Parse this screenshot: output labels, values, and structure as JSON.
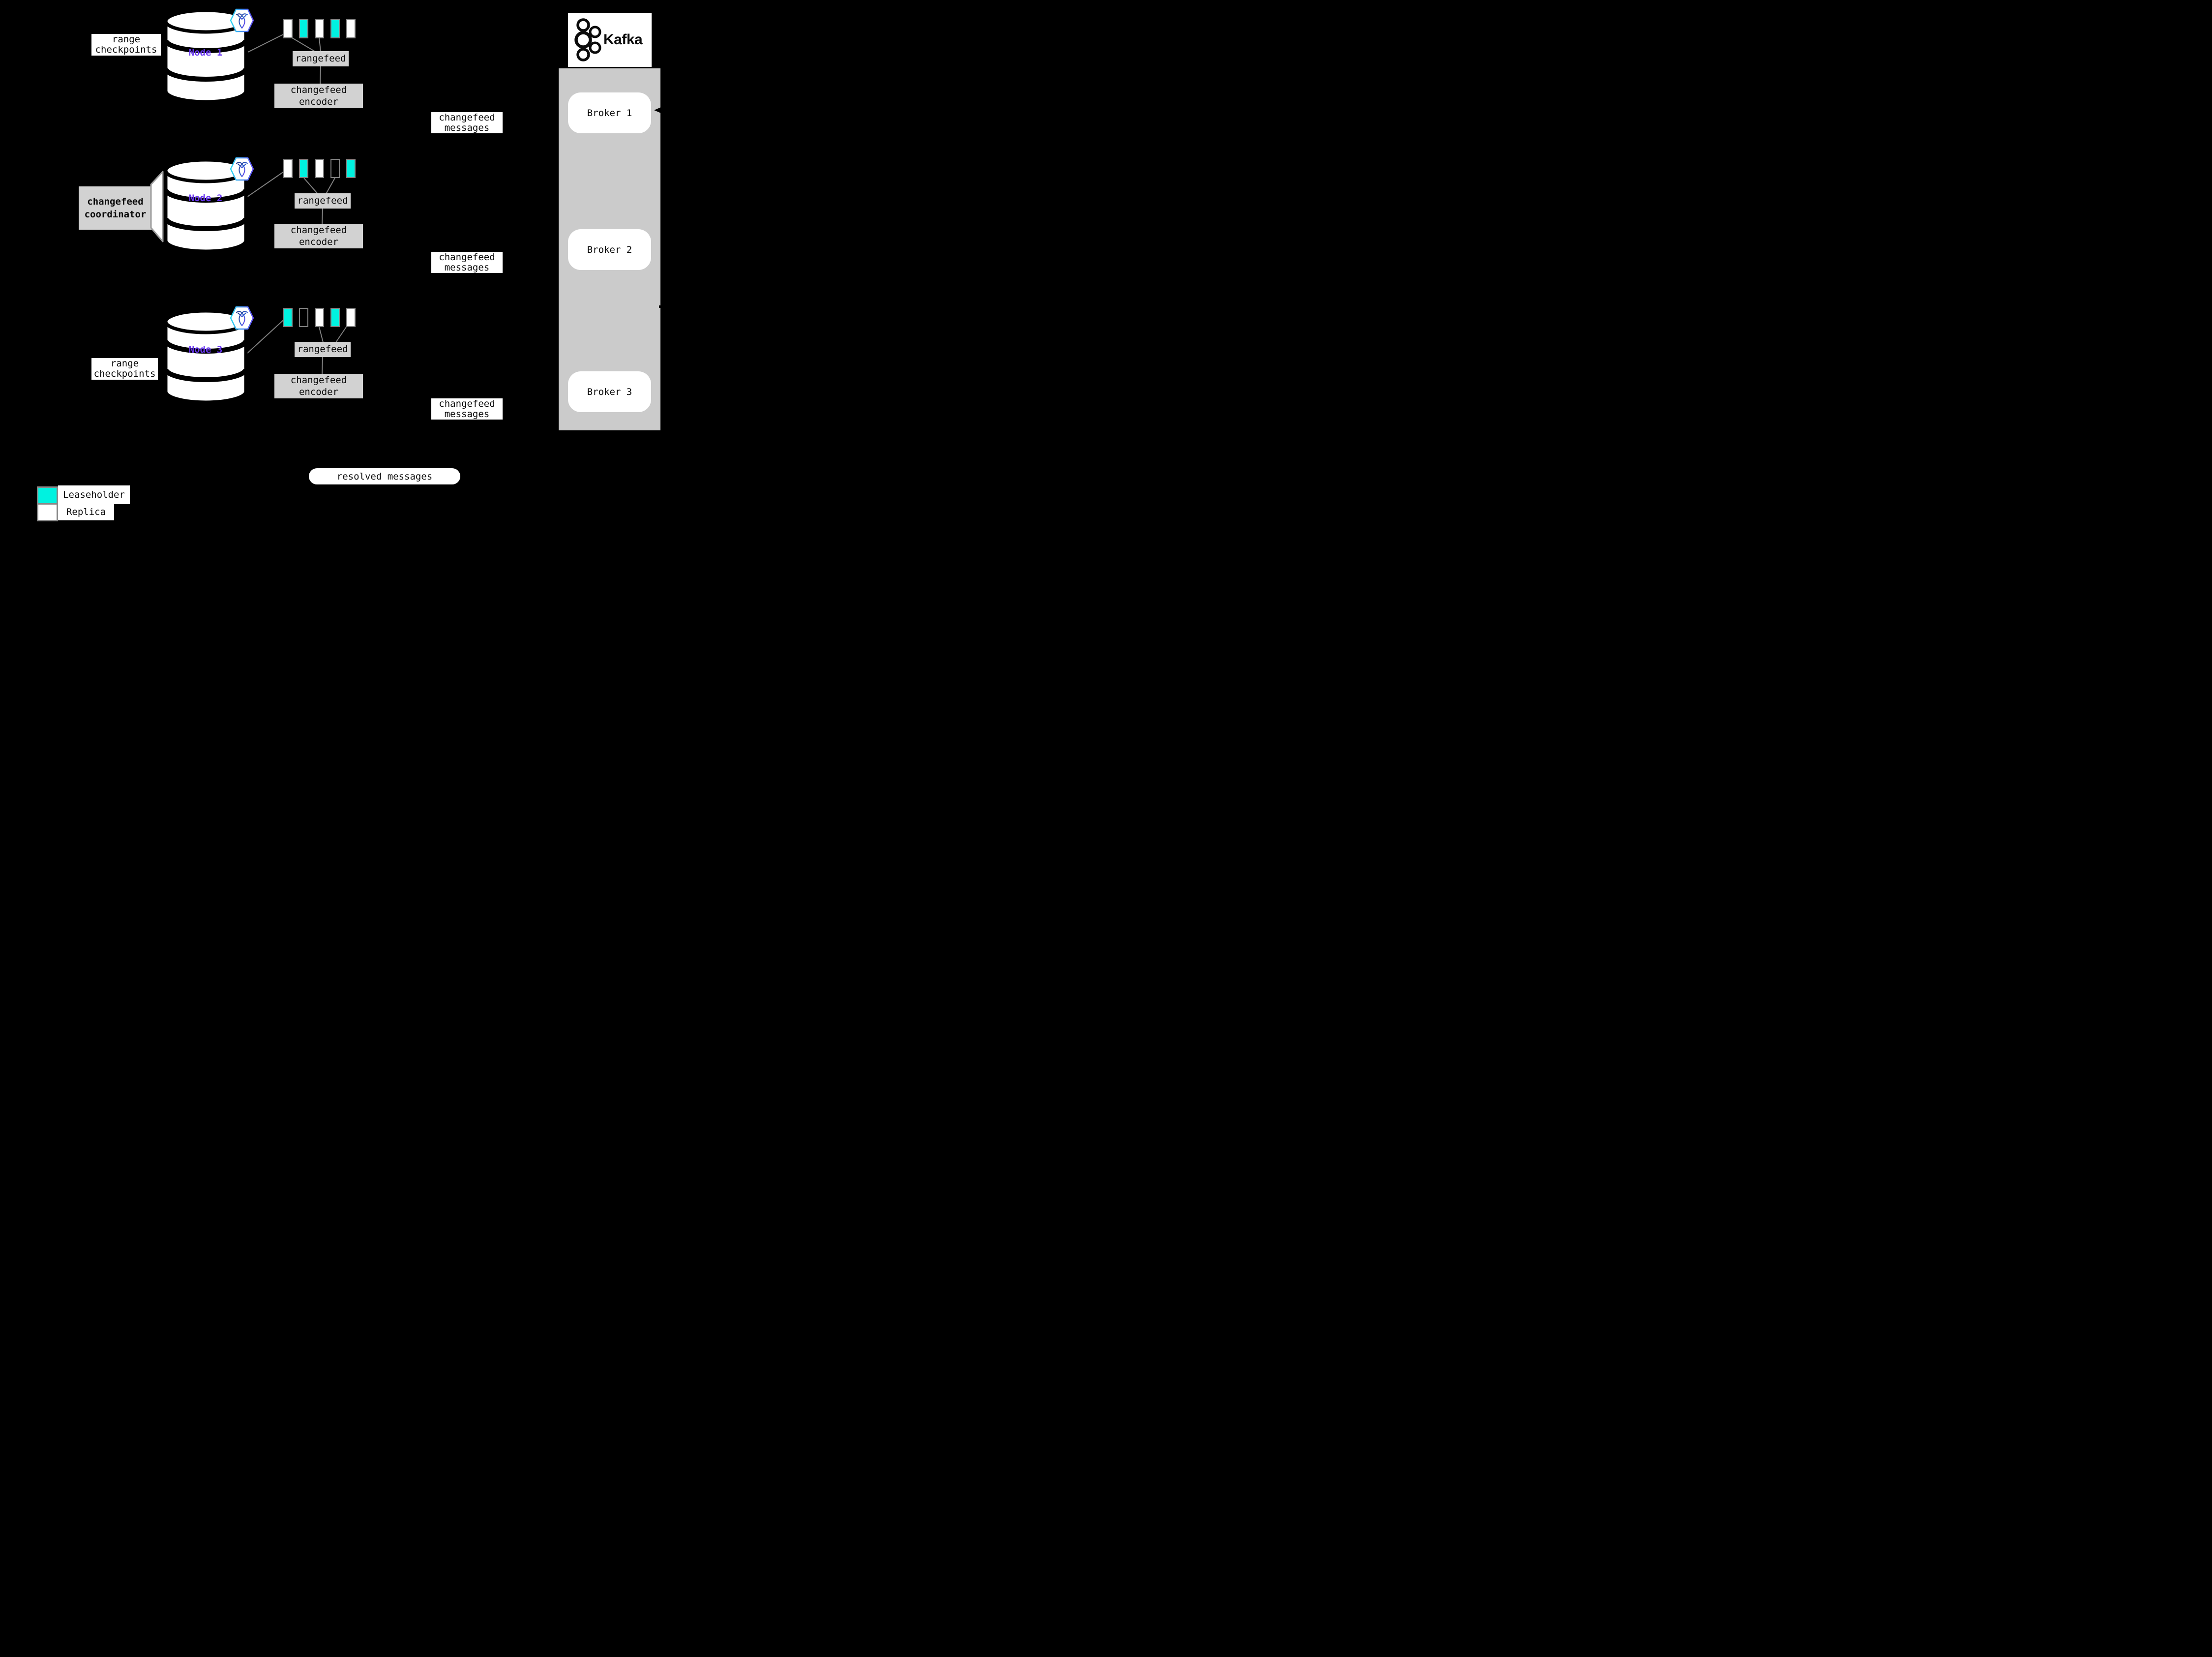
{
  "colors": {
    "bg": "#000000",
    "leaseholder": "#00F2E0",
    "replica": "#FFFFFF",
    "panel": "#CBCBCB",
    "box": "#D2D2D2",
    "line": "#808080",
    "purple": "#6937F2"
  },
  "nodes": [
    {
      "name": "Node 1",
      "checkpoints_label": "range checkpoints",
      "rangefeed_label": "rangefeed",
      "encoder_label": "changefeed encoder",
      "messages_label": "changefeed messages",
      "squares": [
        "replica",
        "leaseholder",
        "replica",
        "leaseholder",
        "replica"
      ]
    },
    {
      "name": "Node 2",
      "rangefeed_label": "rangefeed",
      "encoder_label": "changefeed encoder",
      "messages_label": "changefeed messages",
      "squares": [
        "replica",
        "leaseholder",
        "replica",
        "empty",
        "leaseholder"
      ]
    },
    {
      "name": "Node 3",
      "checkpoints_label": "range checkpoints",
      "rangefeed_label": "rangefeed",
      "encoder_label": "changefeed encoder",
      "messages_label": "changefeed messages",
      "squares": [
        "leaseholder",
        "empty",
        "replica",
        "leaseholder",
        "replica"
      ]
    }
  ],
  "coordinator_label": "changefeed coordinator",
  "kafka": {
    "brand": "Kafka",
    "brokers": [
      {
        "label": "Broker 1"
      },
      {
        "label": "Broker 2"
      },
      {
        "label": "Broker 3"
      }
    ]
  },
  "resolved_messages_label": "resolved messages",
  "legend": {
    "items": [
      {
        "label": "Leaseholder",
        "type": "leaseholder"
      },
      {
        "label": "Replica",
        "type": "replica"
      }
    ]
  }
}
